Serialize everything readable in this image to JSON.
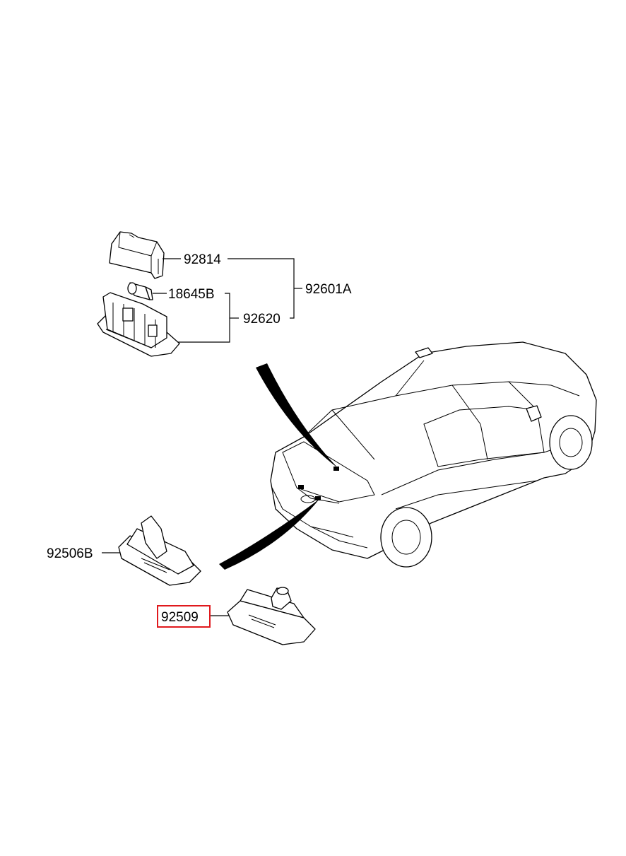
{
  "parts": {
    "cover": "92814",
    "bulb": "18645B",
    "assembly": "92601A",
    "housing": "92620",
    "left_lamp": "92506B",
    "right_lamp": "92509"
  },
  "highlight_color": "#e0191d",
  "highlighted_part": "92509"
}
